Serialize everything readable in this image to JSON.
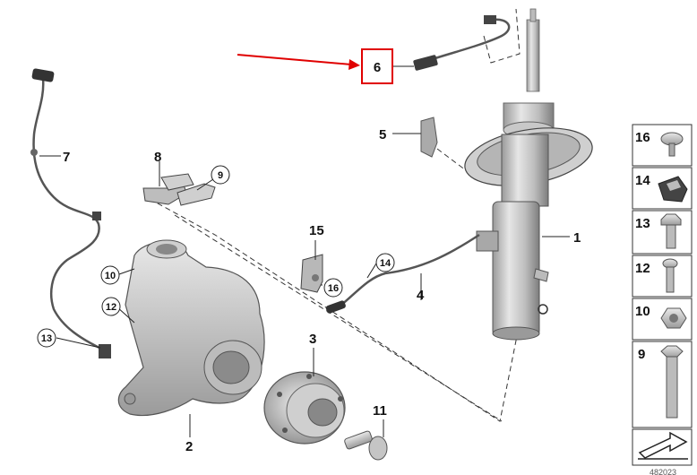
{
  "callouts": {
    "c1": "1",
    "c2": "2",
    "c3": "3",
    "c4": "4",
    "c5": "5",
    "c6": "6",
    "c7": "7",
    "c8": "8",
    "c9": "9",
    "c10": "10",
    "c11": "11",
    "c12": "12",
    "c13": "13",
    "c14": "14",
    "c15": "15",
    "c16": "16"
  },
  "legend": [
    "16",
    "14",
    "13",
    "12",
    "10",
    "9"
  ],
  "footer_id": "482023",
  "colors": {
    "highlight": "#e00000",
    "part_light": "#d8d8d8",
    "part_dark": "#8a8a8a",
    "line": "#222222"
  },
  "icons": {
    "nav": "arrow-icon"
  }
}
